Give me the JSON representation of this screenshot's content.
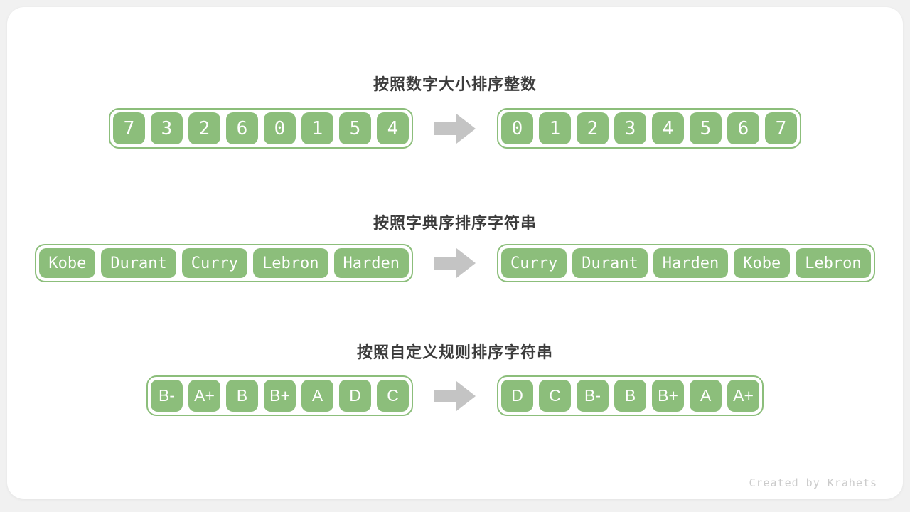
{
  "colors": {
    "page_bg": "#f1f1f1",
    "card_bg": "#ffffff",
    "green": "#8cbe7b",
    "cell_text": "#ffffff",
    "title": "#3c3c3c",
    "arrow": "#c4c4c4",
    "watermark": "#cbcbcb"
  },
  "sections": [
    {
      "title": "按照数字大小排序整数",
      "left": [
        "7",
        "3",
        "2",
        "6",
        "0",
        "1",
        "5",
        "4"
      ],
      "right": [
        "0",
        "1",
        "2",
        "3",
        "4",
        "5",
        "6",
        "7"
      ]
    },
    {
      "title": "按照字典序排序字符串",
      "left": [
        "Kobe",
        "Durant",
        "Curry",
        "Lebron",
        "Harden"
      ],
      "right": [
        "Curry",
        "Durant",
        "Harden",
        "Kobe",
        "Lebron"
      ]
    },
    {
      "title": "按照自定义规则排序字符串",
      "left": [
        "B-",
        "A+",
        "B",
        "B+",
        "A",
        "D",
        "C"
      ],
      "right": [
        "D",
        "C",
        "B-",
        "B",
        "B+",
        "A",
        "A+"
      ]
    }
  ],
  "footer": {
    "credit": "Created by Krahets"
  }
}
